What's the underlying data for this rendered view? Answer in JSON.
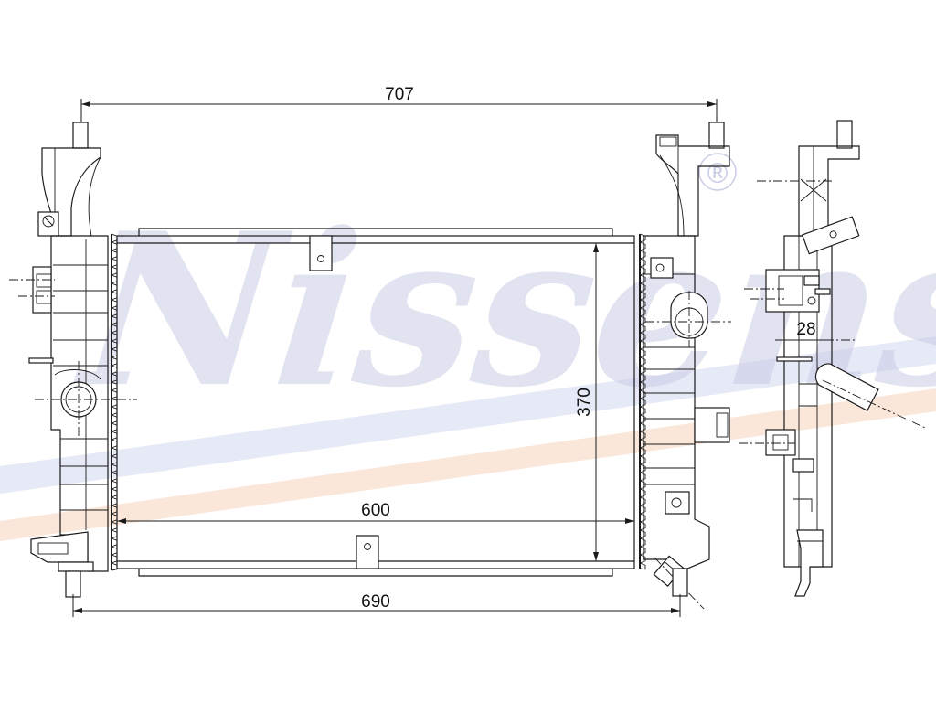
{
  "watermark": {
    "brand": "Nissens",
    "registered_mark": "®"
  },
  "dimensions": {
    "overall_width": "707",
    "core_width": "600",
    "mount_width": "690",
    "core_height": "370",
    "side_depth": "28"
  },
  "colors": {
    "line": "#1a1a1a",
    "watermark_blue": "#c9cde6",
    "stripe_blue": "#e6e9f6",
    "stripe_peach": "#fbe6da"
  }
}
